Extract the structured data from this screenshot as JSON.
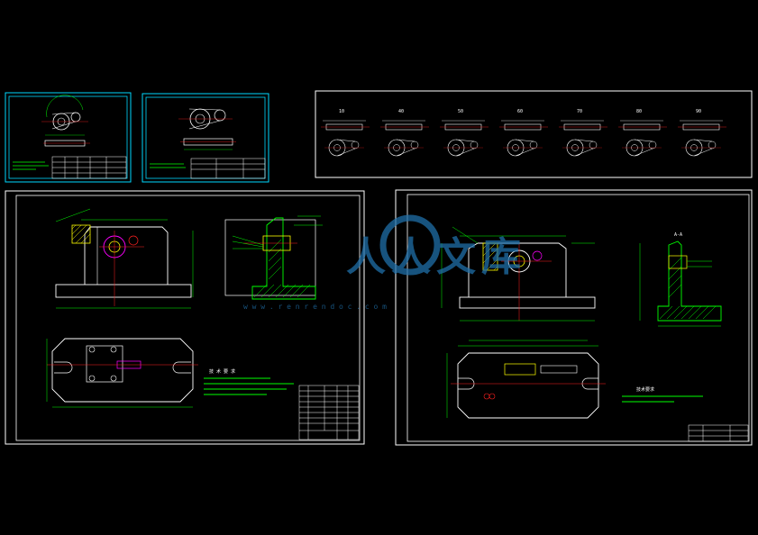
{
  "watermark": {
    "text": "人人文库",
    "url": "w w w . r e n r e n d o c . c o m",
    "color": "#1f6fa8"
  },
  "colors": {
    "background": "#000000",
    "frame": "#ffffff",
    "sheet_frame": "#00d8ff",
    "geometry": "#ffffff",
    "dimension": "#00ff00",
    "hidden_center": "#ff2020",
    "section_hatch": "#ffff00",
    "annotation": "#ff00ff"
  },
  "operations": {
    "labels": [
      "10",
      "40",
      "50",
      "60",
      "70",
      "80",
      "90"
    ]
  },
  "sheets": {
    "small_left": {
      "visible_text": []
    },
    "small_mid": {
      "visible_text": []
    },
    "left_assembly": {
      "notes_title": "技 术 要 求"
    },
    "right_assembly": {
      "notes_title": "技术要求",
      "section_label": "A-A"
    }
  }
}
